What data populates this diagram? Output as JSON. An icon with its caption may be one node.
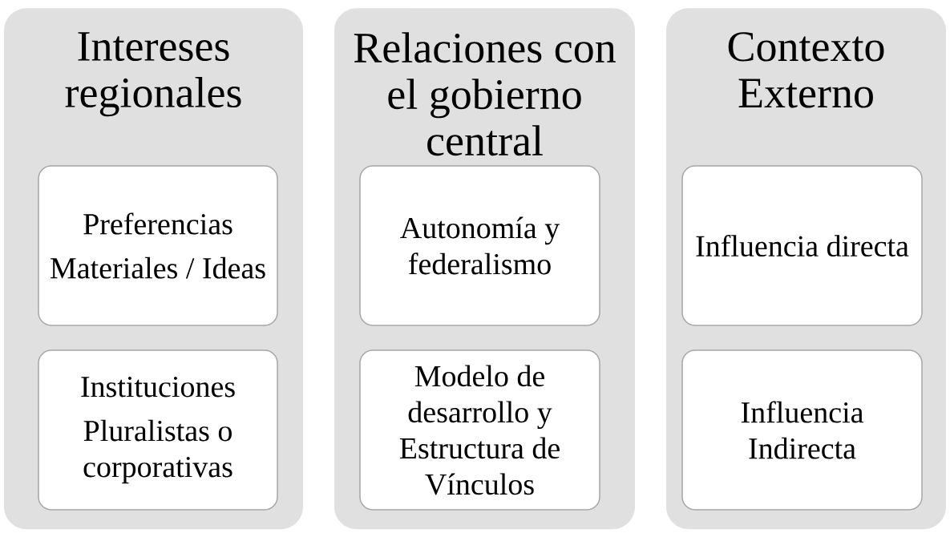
{
  "diagram": {
    "nodes": [
      {
        "text": [
          "Intereses regionales"
        ]
      },
      {
        "text": [
          "Preferencias",
          "Materiales / Ideas"
        ],
        "in": 0
      },
      {
        "text": [
          "Instituciones",
          "Pluralistas o corporativas"
        ],
        "in": 0
      },
      {
        "text": [
          "Relaciones con el gobierno central"
        ]
      },
      {
        "text": [
          "Autonomía y federalismo"
        ],
        "in": 3
      },
      {
        "text": [
          "Modelo de desarrollo y Estructura de Vínculos"
        ],
        "in": 3
      },
      {
        "text": [
          "Contexto Externo"
        ]
      },
      {
        "text": [
          "Influencia directa"
        ],
        "in": 6
      },
      {
        "text": [
          "Influencia Indirecta"
        ],
        "in": 6
      }
    ]
  }
}
